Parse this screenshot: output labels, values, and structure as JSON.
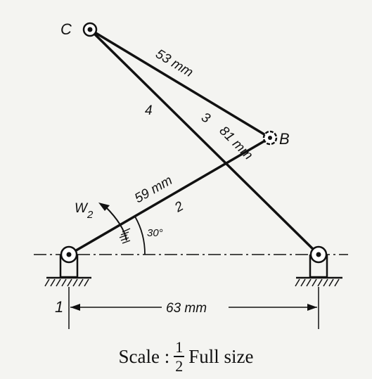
{
  "labels": {
    "joint_c": "C",
    "joint_b": "B",
    "len_cb": "53 mm",
    "len_ab": "59 mm",
    "len_cd": "81 mm",
    "link_2": "2",
    "link_3": "3",
    "link_4": "4",
    "ground": "1",
    "omega_w": "W",
    "omega_sub": "2",
    "angle": "30°",
    "ground_span": "63 mm"
  },
  "scale_note": {
    "prefix": "Scale :",
    "num": "1",
    "den": "2",
    "suffix": "Full size"
  }
}
